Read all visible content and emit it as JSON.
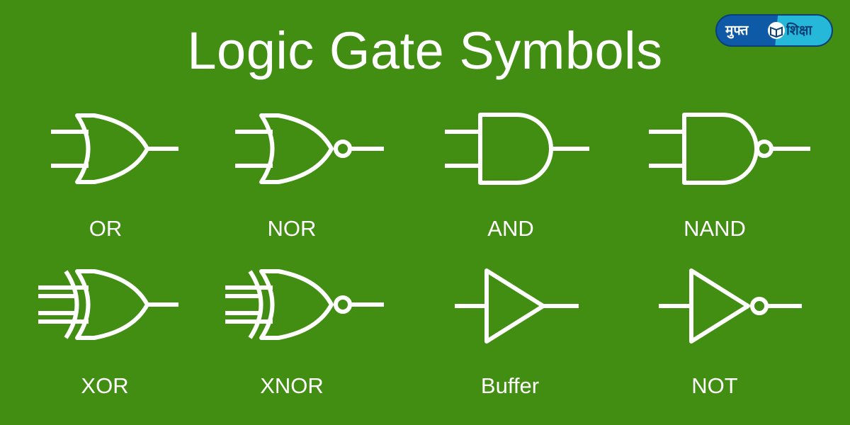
{
  "title": "Logic Gate Symbols",
  "logo": {
    "word1": "मुफ्त",
    "word2": "शिक्षा"
  },
  "gates": [
    {
      "label": "OR",
      "icon": "or-gate-icon"
    },
    {
      "label": "NOR",
      "icon": "nor-gate-icon"
    },
    {
      "label": "AND",
      "icon": "and-gate-icon"
    },
    {
      "label": "NAND",
      "icon": "nand-gate-icon"
    },
    {
      "label": "XOR",
      "icon": "xor-gate-icon"
    },
    {
      "label": "XNOR",
      "icon": "xnor-gate-icon"
    },
    {
      "label": "Buffer",
      "icon": "buffer-gate-icon"
    },
    {
      "label": "NOT",
      "icon": "not-gate-icon"
    }
  ],
  "colors": {
    "background": "#428e12",
    "foreground": "#ffffff",
    "logo_blue": "#0f5aa6",
    "logo_cyan": "#26b8d8"
  }
}
